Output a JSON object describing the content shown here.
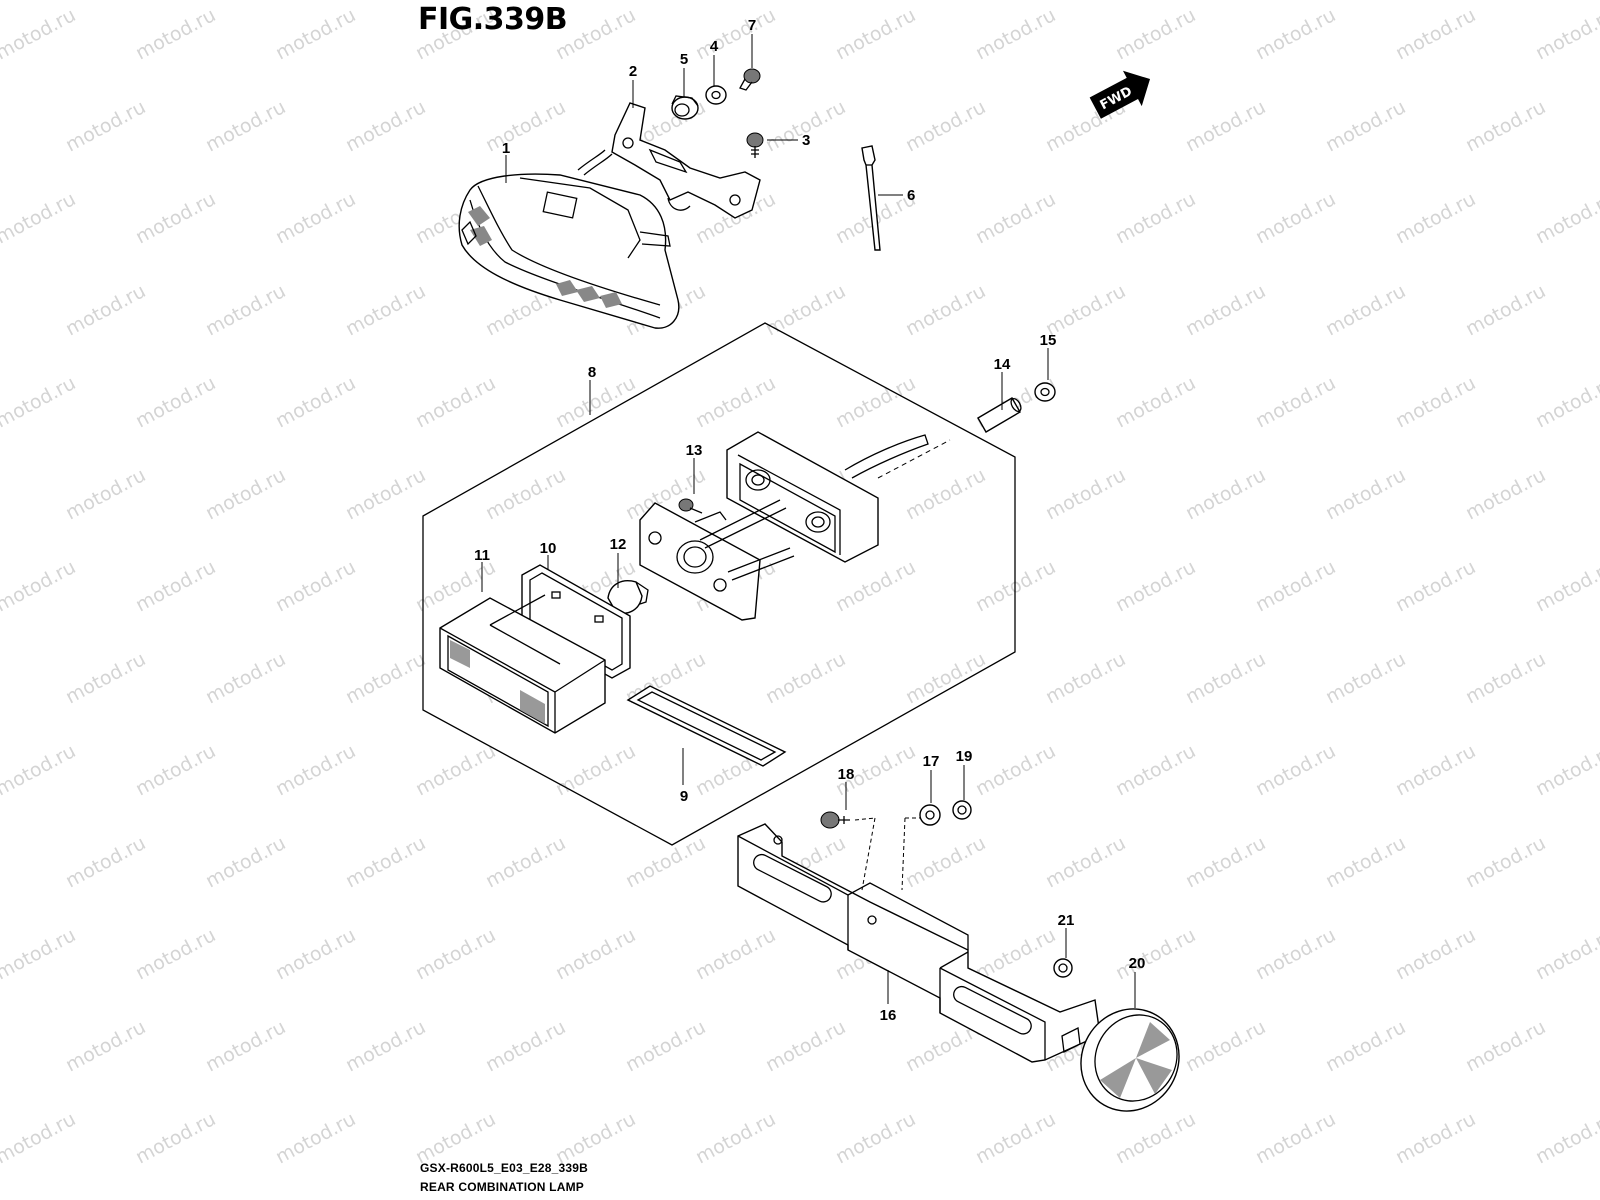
{
  "figure": {
    "title": "FIG.339B",
    "code": "GSX-R600L5_E03_E28_339B",
    "name": "REAR COMBINATION LAMP",
    "direction_label": "FWD"
  },
  "watermark": {
    "text": "motod.ru"
  },
  "callouts": [
    {
      "id": "1",
      "label": "1"
    },
    {
      "id": "2",
      "label": "2"
    },
    {
      "id": "3",
      "label": "3"
    },
    {
      "id": "4",
      "label": "4"
    },
    {
      "id": "5",
      "label": "5"
    },
    {
      "id": "6",
      "label": "6"
    },
    {
      "id": "7",
      "label": "7"
    },
    {
      "id": "8",
      "label": "8"
    },
    {
      "id": "9",
      "label": "9"
    },
    {
      "id": "10",
      "label": "10"
    },
    {
      "id": "11",
      "label": "11"
    },
    {
      "id": "12",
      "label": "12"
    },
    {
      "id": "13",
      "label": "13"
    },
    {
      "id": "14",
      "label": "14"
    },
    {
      "id": "15",
      "label": "15"
    },
    {
      "id": "16",
      "label": "16"
    },
    {
      "id": "17",
      "label": "17"
    },
    {
      "id": "18",
      "label": "18"
    },
    {
      "id": "19",
      "label": "19"
    },
    {
      "id": "20",
      "label": "20"
    },
    {
      "id": "21",
      "label": "21"
    }
  ]
}
